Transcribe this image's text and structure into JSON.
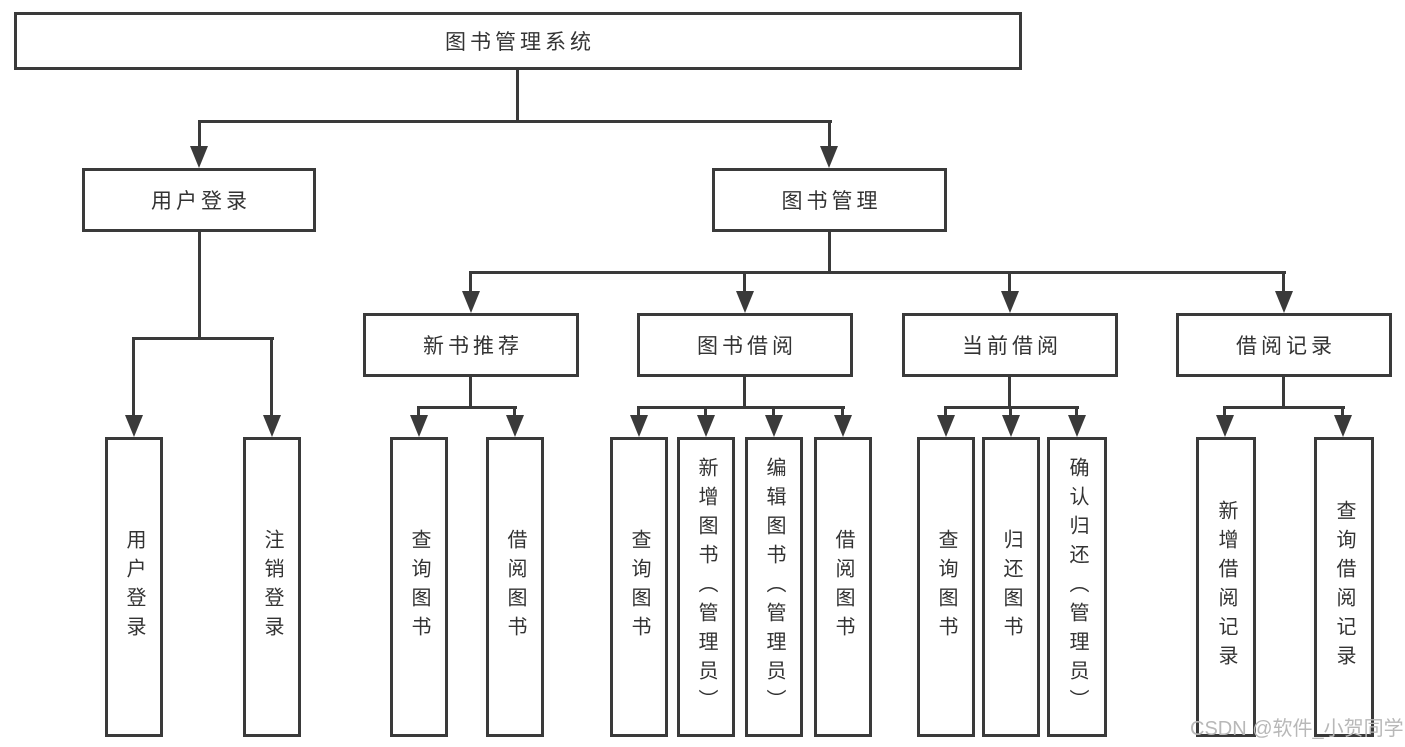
{
  "diagram": {
    "root": {
      "label": "图书管理系统"
    },
    "branches": {
      "login": {
        "label": "用户登录",
        "children": [
          {
            "label": "用户登录"
          },
          {
            "label": "注销登录"
          }
        ]
      },
      "management": {
        "label": "图书管理",
        "groups": [
          {
            "label": "新书推荐",
            "children": [
              {
                "label": "查询图书"
              },
              {
                "label": "借阅图书"
              }
            ]
          },
          {
            "label": "图书借阅",
            "children": [
              {
                "label": "查询图书"
              },
              {
                "label": "新增图书（管理员）"
              },
              {
                "label": "编辑图书（管理员）"
              },
              {
                "label": "借阅图书"
              }
            ]
          },
          {
            "label": "当前借阅",
            "children": [
              {
                "label": "查询图书"
              },
              {
                "label": "归还图书"
              },
              {
                "label": "确认归还（管理员）"
              }
            ]
          },
          {
            "label": "借阅记录",
            "children": [
              {
                "label": "新增借阅记录"
              },
              {
                "label": "查询借阅记录"
              }
            ]
          }
        ]
      }
    }
  },
  "watermark": {
    "text": "CSDN @软件_小贺同学",
    "color": "#b8b8b8"
  },
  "colors": {
    "line": "#3a3a3a",
    "text": "#333333",
    "background": "#ffffff"
  }
}
